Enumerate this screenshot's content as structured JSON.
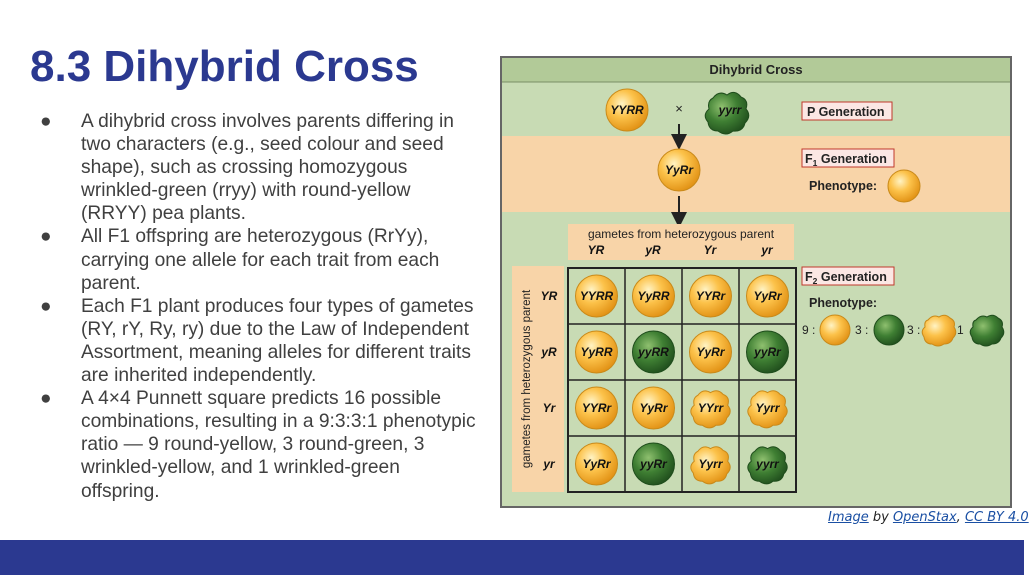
{
  "slide": {
    "title": "8.3 Dihybrid Cross",
    "bullets": [
      "A dihybrid cross involves parents differing in two characters (e.g., seed colour and seed shape), such as crossing homozygous wrinkled-green (rryy) with round-yellow (RRYY) pea plants.",
      "All F1 offspring are heterozygous (RrYy), carrying one allele for each trait from each parent.",
      "Each F1 plant produces four types of gametes (RY, rY, Ry, ry) due to the Law of Independent Assortment, meaning alleles for different traits are inherited independently.",
      "A 4×4 Punnett square predicts 16 possible combinations, resulting in a 9:3:3:1 phenotypic ratio — 9 round-yellow, 3 round-green, 3 wrinkled-yellow, and 1 wrinkled-green offspring."
    ],
    "bullet_glyph": "●"
  },
  "figure": {
    "title": "Dihybrid Cross",
    "p_parent1": "YYRR",
    "cross_symbol": "×",
    "p_parent2": "yyrr",
    "p_label": "P Generation",
    "f1_genotype": "YyRr",
    "f1_label_main": "F",
    "f1_label_sub": "1",
    "f1_label_rest": " Generation",
    "phenotype_label": "Phenotype:",
    "gametes_header": "gametes from heterozygous parent",
    "gametes_top": [
      "YR",
      "yR",
      "Yr",
      "yr"
    ],
    "gametes_side_label": "gametes from heterozygous parent",
    "gametes_side": [
      "YR",
      "yR",
      "Yr",
      "yr"
    ],
    "f2_label_main": "F",
    "f2_label_sub": "2",
    "f2_label_rest": " Generation",
    "f2_phenotype_label": "Phenotype:",
    "ratio": [
      "9 :",
      "3 :",
      "3 :",
      "1"
    ],
    "grid": [
      [
        "YYRR",
        "YyRR",
        "YYRr",
        "YyRr"
      ],
      [
        "YyRR",
        "yyRR",
        "YyRr",
        "yyRr"
      ],
      [
        "YYRr",
        "YyRr",
        "YYrr",
        "Yyrr"
      ],
      [
        "YyRr",
        "yyRr",
        "Yyrr",
        "yyrr"
      ]
    ],
    "grid_phenotypes": [
      [
        "round-yellow",
        "round-yellow",
        "round-yellow",
        "round-yellow"
      ],
      [
        "round-yellow",
        "round-green",
        "round-yellow",
        "round-green"
      ],
      [
        "round-yellow",
        "round-yellow",
        "wrinkled-yellow",
        "wrinkled-yellow"
      ],
      [
        "round-yellow",
        "round-green",
        "wrinkled-yellow",
        "wrinkled-green"
      ]
    ],
    "colors": {
      "panel_green": "#c8dbb4",
      "panel_header": "#b2ca98",
      "band_peach": "#f8d4a8",
      "yellow_pea": "#fbb33a",
      "green_pea": "#3c7a32",
      "label_border": "#c0392b"
    }
  },
  "credit": {
    "image": "Image",
    "by": " by ",
    "author": " OpenStax",
    "sep": ", ",
    "license": "CC BY 4.0"
  }
}
